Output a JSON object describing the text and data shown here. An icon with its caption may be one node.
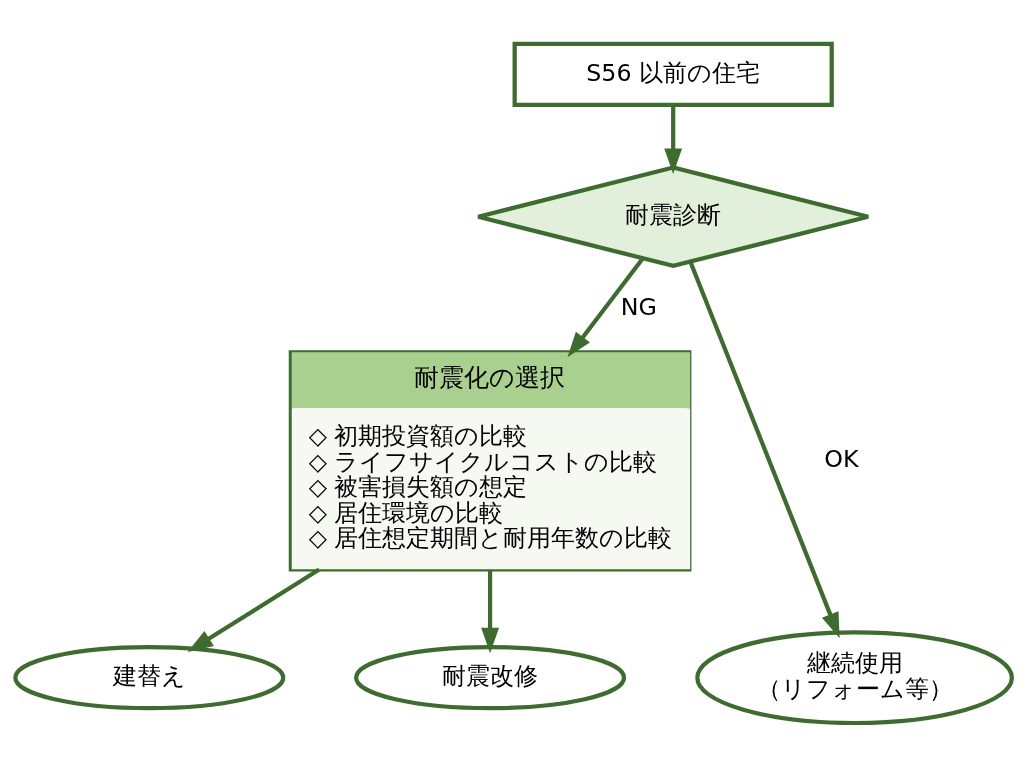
{
  "diagram": {
    "nodes": [
      {
        "text": [
          "S56 以前の住宅"
        ]
      },
      {
        "text": [
          "耐震診断"
        ]
      },
      {
        "text": [
          "耐震化の選択",
          "◇ 初期投資額の比較",
          "◇ ライフサイクルコストの比較",
          "◇ 被害損失額の想定",
          "◇ 居住環境の比較",
          "◇ 居住想定期間と耐用年数の比較"
        ]
      },
      {
        "text": [
          "建替え"
        ]
      },
      {
        "text": [
          "耐震改修"
        ]
      },
      {
        "text": [
          "継続使用",
          "（リフォーム等）"
        ]
      }
    ],
    "edges": [
      {
        "from": 0,
        "to": 1,
        "arrow": "to"
      },
      {
        "from": 1,
        "to": 5,
        "arrow": "to",
        "label": "OK"
      },
      {
        "from": 1,
        "to": 2,
        "arrow": "to",
        "label": "NG"
      },
      {
        "from": 2,
        "to": 3,
        "arrow": "to"
      },
      {
        "from": 2,
        "to": 4,
        "arrow": "to"
      }
    ]
  }
}
